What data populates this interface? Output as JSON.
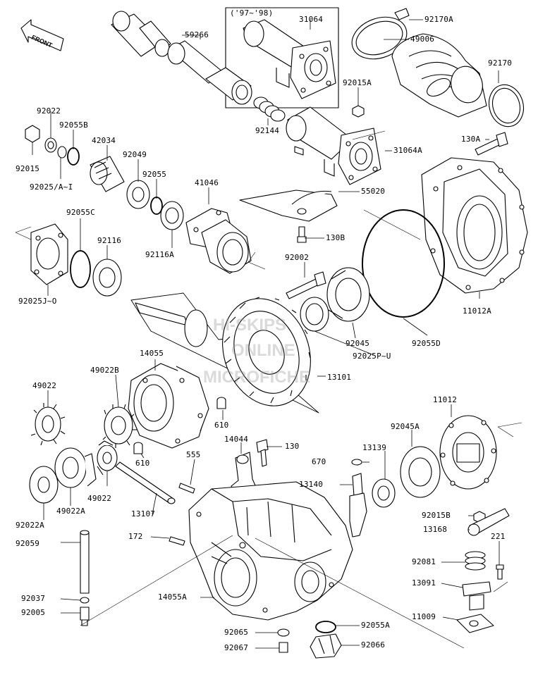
{
  "front_label": "FRONT",
  "variant_box_label": "('97~'98)",
  "watermark": [
    "HI-SKIPS",
    "ONLINE",
    "MICROFICHE"
  ],
  "parts": {
    "p92170A": "92170A",
    "p31064": "31064",
    "p49006": "49006",
    "p59266": "59266",
    "p92170": "92170",
    "p92015A": "92015A",
    "p92022": "92022",
    "p92055B": "92055B",
    "p92144": "92144",
    "p31064A": "31064A",
    "p130A": "130A",
    "p42034": "42034",
    "p92049": "92049",
    "p92015": "92015",
    "p92055": "92055",
    "p92025AI": "92025/A~I",
    "p41046": "41046",
    "p55020": "55020",
    "p92055C": "92055C",
    "p130B": "130B",
    "p92116": "92116",
    "p92116A": "92116A",
    "p92025JO": "92025J~O",
    "p92002": "92002",
    "p11012A": "11012A",
    "p92045": "92045",
    "p92055D": "92055D",
    "p92025PU": "92025P~U",
    "p14055": "14055",
    "p13101": "13101",
    "p49022B": "49022B",
    "p49022": "49022",
    "p610a": "610",
    "p11012": "11012",
    "p92045A": "92045A",
    "p14044": "14044",
    "p130": "130",
    "p13139": "13139",
    "p610b": "610",
    "p555": "555",
    "p670": "670",
    "p13140": "13140",
    "p49022c": "49022",
    "p92022A": "92022A",
    "p49022A": "49022A",
    "p13107": "13107",
    "p92015B": "92015B",
    "p13168": "13168",
    "p172": "172",
    "p221": "221",
    "p92059": "92059",
    "p92081": "92081",
    "p13091": "13091",
    "p92037": "92037",
    "p14055A": "14055A",
    "p92005": "92005",
    "p11009": "11009",
    "p92065": "92065",
    "p92055A": "92055A",
    "p92067": "92067",
    "p92066": "92066"
  }
}
